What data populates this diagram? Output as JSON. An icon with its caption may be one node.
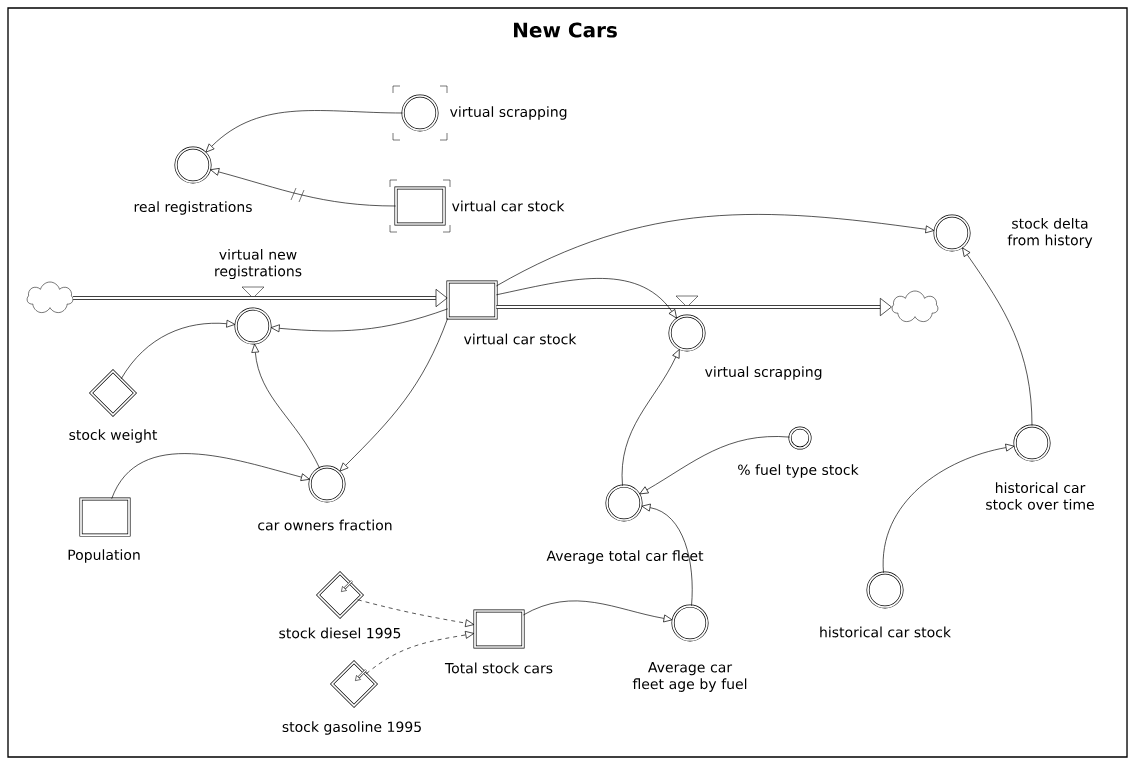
{
  "diagram": {
    "title": "New Cars",
    "nodes": [
      {
        "text": [
          "virtual scrapping"
        ]
      },
      {
        "text": [
          "real registrations"
        ]
      },
      {
        "text": [
          "virtual car stock"
        ]
      },
      {
        "text": [
          "stock delta from history"
        ]
      },
      {
        "text": [],
        "shape": "cloud"
      },
      {
        "text": [
          "virtual new registrations"
        ]
      },
      {
        "text": [
          "virtual car stock"
        ]
      },
      {
        "text": [
          "virtual scrapping"
        ]
      },
      {
        "text": [],
        "shape": "cloud"
      },
      {
        "text": [
          "stock weight"
        ]
      },
      {
        "text": [
          "% fuel type stock"
        ]
      },
      {
        "text": [
          "historical car stock over time"
        ]
      },
      {
        "text": [
          "Population"
        ]
      },
      {
        "text": [
          "car owners fraction"
        ]
      },
      {
        "text": [
          "Average total car fleet"
        ]
      },
      {
        "text": [
          "stock diesel 1995"
        ]
      },
      {
        "text": [
          "Total stock cars"
        ]
      },
      {
        "text": [
          "Average car fleet age by fuel"
        ]
      },
      {
        "text": [
          "stock gasoline 1995"
        ]
      },
      {
        "text": [
          "historical car stock"
        ]
      }
    ],
    "edges": [
      {
        "from": 0,
        "to": 1,
        "arrow": "to"
      },
      {
        "from": 2,
        "to": 1,
        "arrow": "to"
      },
      {
        "from": 4,
        "to": 6,
        "arrow": "to",
        "style": "thick"
      },
      {
        "from": 6,
        "to": 8,
        "arrow": "to",
        "style": "thick"
      },
      {
        "from": 6,
        "to": 5,
        "arrow": "to"
      },
      {
        "from": 6,
        "to": 3,
        "arrow": "to"
      },
      {
        "from": 6,
        "to": 7,
        "arrow": "to"
      },
      {
        "from": 6,
        "to": 13,
        "arrow": "to"
      },
      {
        "from": 9,
        "to": 5,
        "arrow": "to"
      },
      {
        "from": 13,
        "to": 5,
        "arrow": "to"
      },
      {
        "from": 12,
        "to": 13,
        "arrow": "to"
      },
      {
        "from": 14,
        "to": 7,
        "arrow": "to"
      },
      {
        "from": 10,
        "to": 14,
        "arrow": "to"
      },
      {
        "from": 17,
        "to": 14,
        "arrow": "to"
      },
      {
        "from": 16,
        "to": 17,
        "arrow": "to"
      },
      {
        "from": 15,
        "to": 16,
        "arrow": "to",
        "style": "dashed"
      },
      {
        "from": 18,
        "to": 16,
        "arrow": "to",
        "style": "dashed"
      },
      {
        "from": 19,
        "to": 11,
        "arrow": "to"
      },
      {
        "from": 11,
        "to": 3,
        "arrow": "to"
      }
    ]
  }
}
